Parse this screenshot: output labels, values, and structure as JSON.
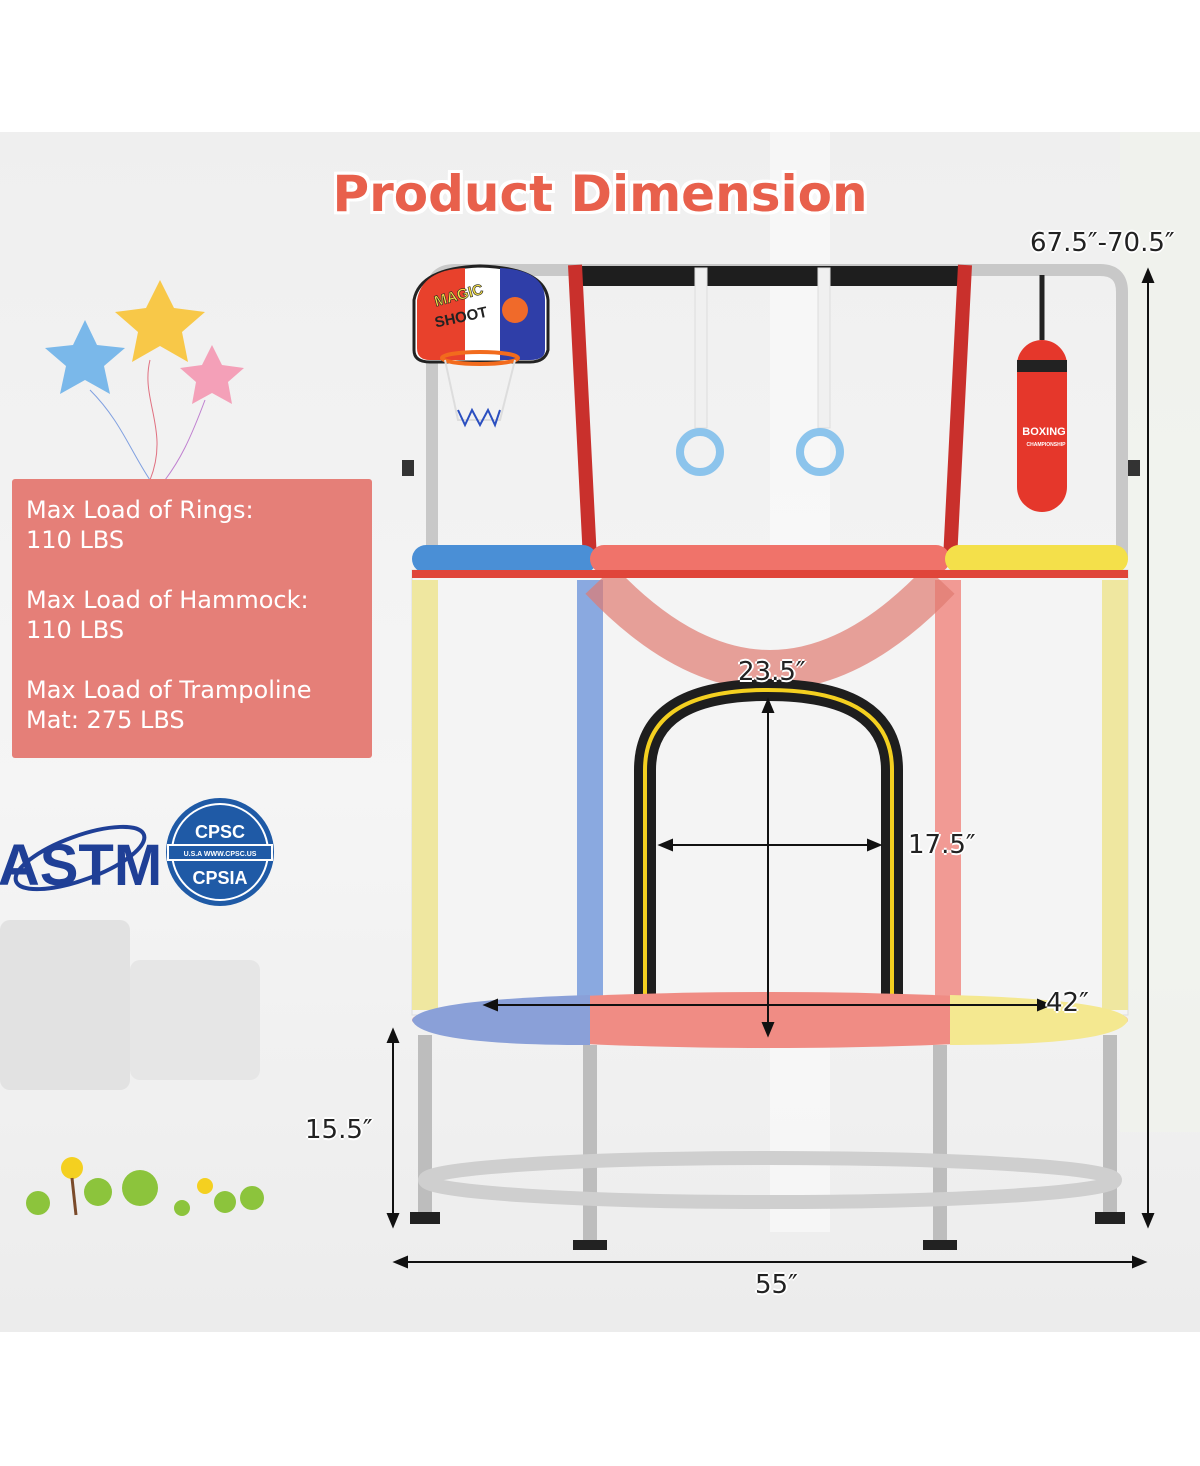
{
  "title": "Product Dimension",
  "dimensions": {
    "total_height": "67.5″-70.5″",
    "door_height": "23.5″",
    "door_width": "17.5″",
    "mat_diameter": "42″",
    "leg_height": "15.5″",
    "frame_diameter": "55″"
  },
  "max_loads": [
    {
      "label": "Max Load of Rings:",
      "value": "110 LBS"
    },
    {
      "label": "Max Load of Hammock:",
      "value": "110 LBS"
    },
    {
      "label": "Max Load of Trampoline",
      "value": "Mat: 275 LBS"
    }
  ],
  "certifications": {
    "astm": "ASTM",
    "cpsc_top": "CPSC",
    "cpsc_band": "U.S.A WWW.CPSC.US",
    "cpsc_bottom": "CPSIA"
  },
  "accessories": {
    "hoop_text_1": "MAGIC",
    "hoop_text_2": "SHOOT",
    "punching_bag_text_1": "BOXING",
    "punching_bag_text_2": "CHAMPIONSHIP"
  },
  "colors": {
    "title": "#e8604c",
    "load_box": "#e57f78",
    "logo_blue": "#1f5aa6",
    "pad_blue": "#4a8fd6",
    "pad_red": "#f0736a",
    "pad_yellow": "#f4e04a"
  }
}
